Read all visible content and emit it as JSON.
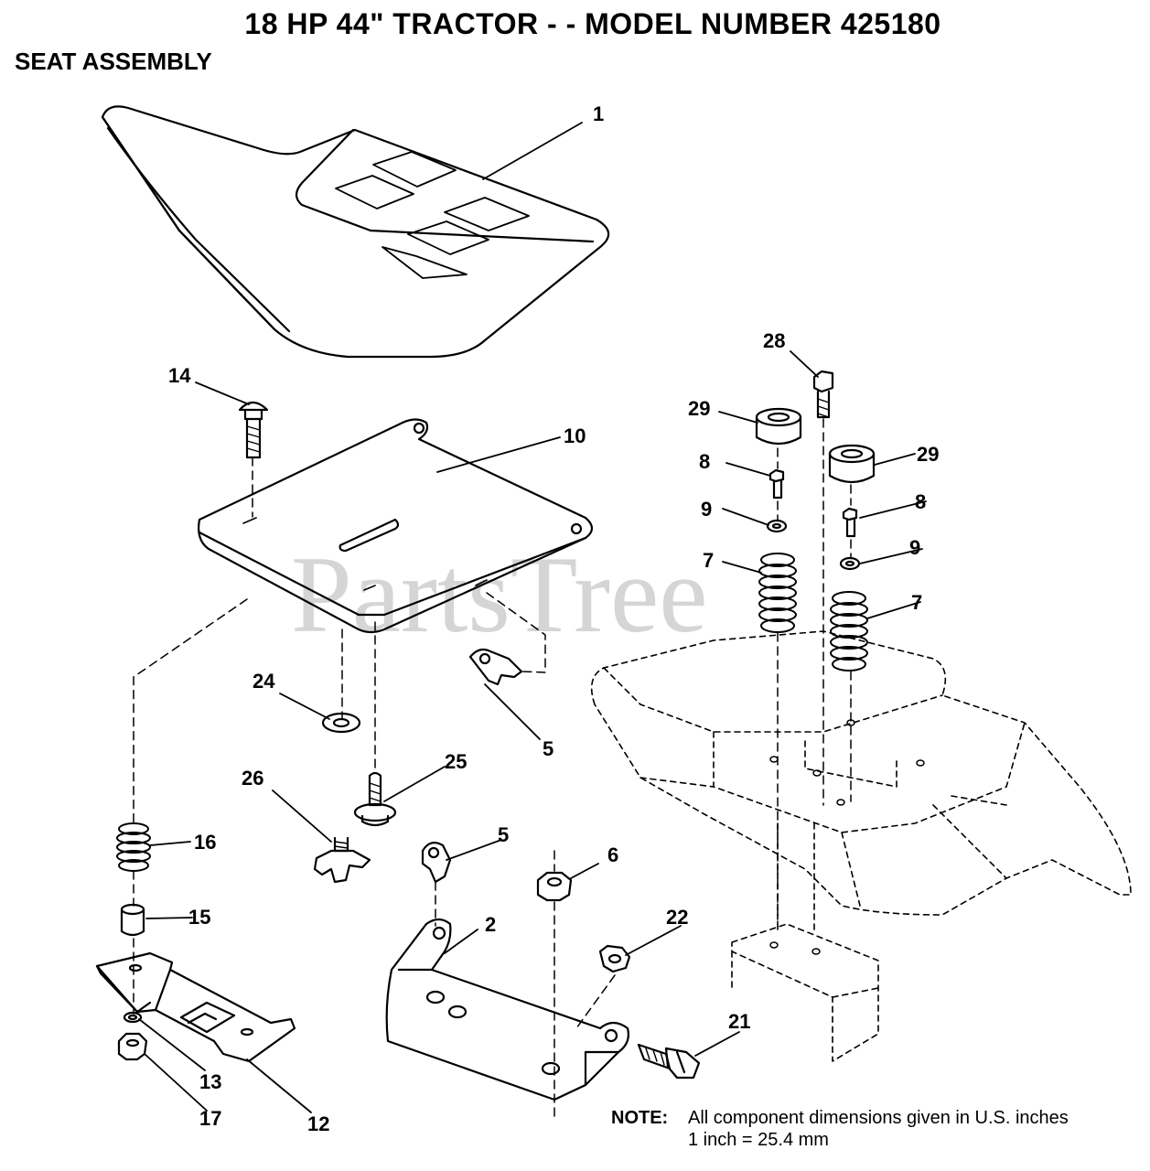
{
  "header": {
    "title": "18 HP 44\" TRACTOR - - MODEL NUMBER 425180",
    "subtitle": "SEAT ASSEMBLY"
  },
  "watermark": "PartsTree",
  "callouts": {
    "c1": "1",
    "c14": "14",
    "c10": "10",
    "c28": "28",
    "c29a": "29",
    "c29b": "29",
    "c8a": "8",
    "c8b": "8",
    "c9a": "9",
    "c9b": "9",
    "c7a": "7",
    "c7b": "7",
    "c24": "24",
    "c25": "25",
    "c26": "26",
    "c5a": "5",
    "c5b": "5",
    "c16": "16",
    "c6": "6",
    "c15": "15",
    "c2": "2",
    "c22": "22",
    "c21": "21",
    "c13": "13",
    "c17": "17",
    "c12": "12"
  },
  "note": {
    "label": "NOTE:",
    "line1": "All component dimensions given in U.S. inches",
    "line2": "1 inch = 25.4 mm"
  }
}
